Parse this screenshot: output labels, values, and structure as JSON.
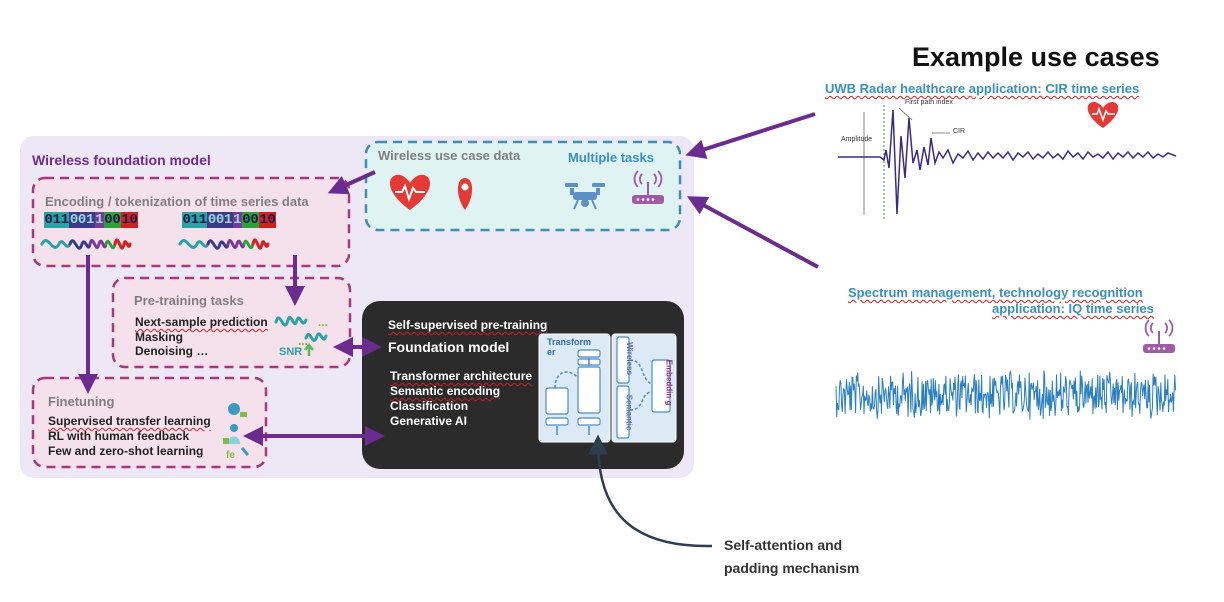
{
  "colors": {
    "purple": "#6a2d8f",
    "magenta_dash": "#a8387a",
    "teal_dash": "#3f8fb0",
    "lavender_bg": "#ede7f6",
    "pink_bg": "#f5e1ec",
    "cyan_bg": "#e0f3f3",
    "blue_text": "#3a8fc2",
    "dark_panel": "#2b2b2b",
    "heart_red": "#e53935"
  },
  "title": "Example use cases",
  "foundation": {
    "title": "Wireless foundation model"
  },
  "usecase_box": {
    "title": "Wireless use case data",
    "tasks": "Multiple tasks"
  },
  "encoding": {
    "title": "Encoding / tokenization of time series data",
    "bits": [
      "011",
      "001",
      "1",
      "00",
      "10"
    ]
  },
  "pretraining": {
    "title": "Pre-training tasks",
    "items": [
      "Next-sample prediction",
      "Masking",
      "Denoising …"
    ],
    "snr": "SNR"
  },
  "finetuning": {
    "title": "Finetuning",
    "items": [
      "Supervised transfer learning",
      "RL with human feedback",
      "Few and zero-shot learning"
    ],
    "fe": "fe"
  },
  "dark_panel": {
    "subtitle": "Self-supervised pre-training",
    "title": "Foundation model",
    "items": [
      "Transformer architecture",
      "Semantic encoding",
      "Classification",
      "Generative AI"
    ],
    "transformer": "Transform er",
    "wireless": "Wireless",
    "semantic": "Semantic",
    "embedding": "Embeddin g"
  },
  "uwb": {
    "title": "UWB Radar healthcare application: CIR time series",
    "first_path": "First path index",
    "amplitude": "Amplitude",
    "cir": "CIR"
  },
  "spectrum": {
    "line1": "Spectrum management, technology recognition",
    "line2": "application: IQ time series"
  },
  "self_attention": {
    "line1": "Self-attention and",
    "line2": "padding mechanism"
  },
  "icons": [
    "heart-icon",
    "location-pin-icon",
    "drone-icon",
    "router-icon",
    "brain-icon",
    "person-icon",
    "arrow-up-icon"
  ]
}
